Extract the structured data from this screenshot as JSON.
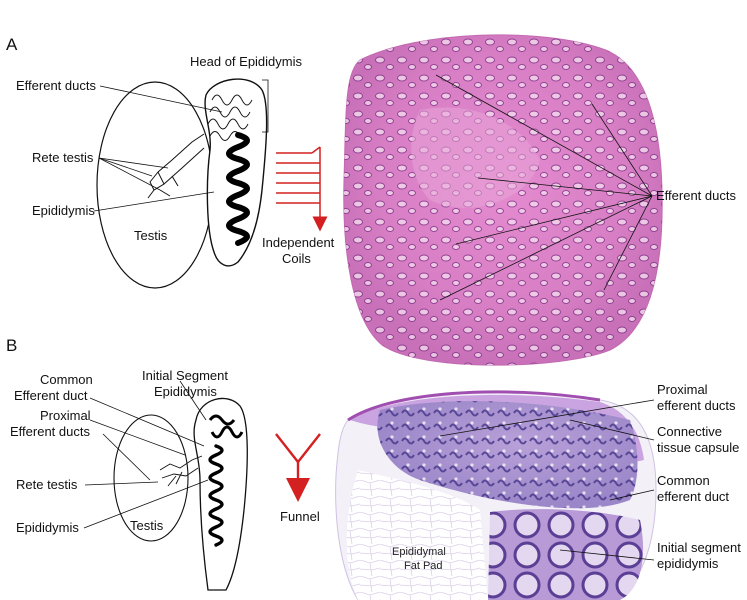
{
  "panel_a": {
    "letter": "A",
    "labels": {
      "head_of_epididymis": "Head of Epididymis",
      "efferent_ducts": "Efferent ducts",
      "rete_testis": "Rete testis",
      "epididymis": "Epididymis",
      "testis": "Testis",
      "independent_coils_1": "Independent",
      "independent_coils_2": "Coils",
      "efferent_ducts_histology": "Efferent ducts"
    }
  },
  "panel_b": {
    "letter": "B",
    "labels": {
      "initial_segment_1": "Initial Segment",
      "initial_segment_2": "Epididymis",
      "common_efferent_1": "Common",
      "common_efferent_2": "Efferent duct",
      "proximal_efferent_1": "Proximal",
      "proximal_efferent_2": "Efferent ducts",
      "rete_testis": "Rete testis",
      "epididymis": "Epididymis",
      "testis": "Testis",
      "funnel": "Funnel",
      "fat_pad_1": "Epididymal",
      "fat_pad_2": "Fat Pad",
      "hist_proximal_1": "Proximal",
      "hist_proximal_2": "efferent ducts",
      "hist_connective_1": "Connective",
      "hist_connective_2": "tissue capsule",
      "hist_common_1": "Common",
      "hist_common_2": "efferent duct",
      "hist_initial_1": "Initial segment",
      "hist_initial_2": "epididymis"
    }
  },
  "colors": {
    "arrow_red": "#d42020",
    "histology_pink": "#d77ec4",
    "histology_purple": "#8a7cc4"
  }
}
